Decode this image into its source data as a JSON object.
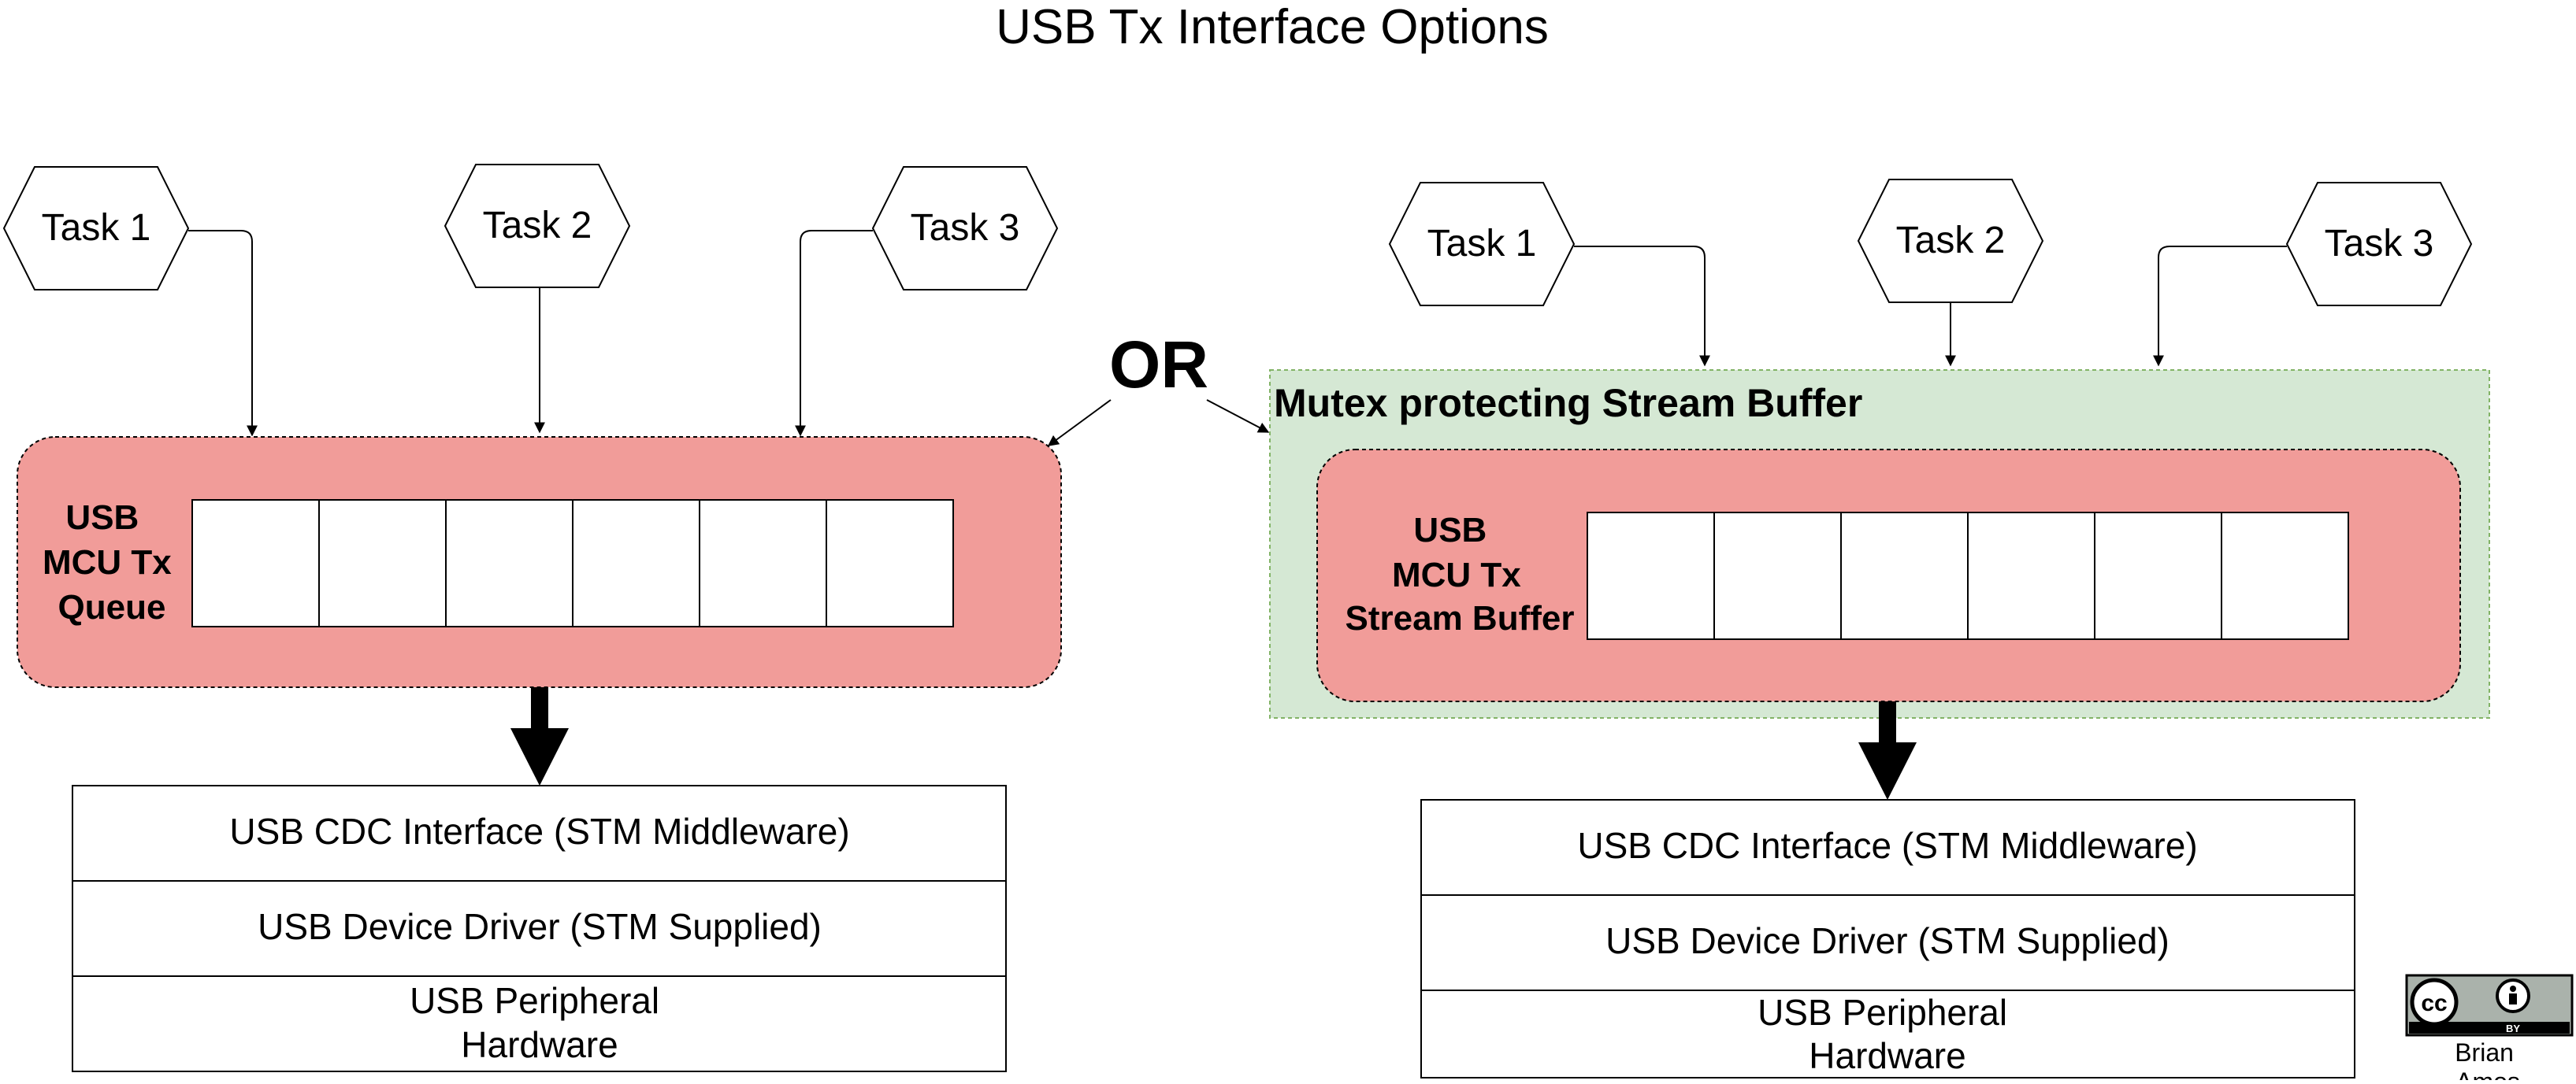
{
  "title": "USB Tx Interface Options",
  "or_label": "OR",
  "left": {
    "tasks": [
      "Task 1",
      "Task 2",
      "Task 3"
    ],
    "queue_label": [
      "USB",
      "MCU Tx",
      "Queue"
    ],
    "slot_count": 6,
    "stack": [
      "USB CDC Interface (STM Middleware)",
      "USB Device Driver (STM Supplied)",
      "USB Peripheral",
      "Hardware"
    ]
  },
  "right": {
    "tasks": [
      "Task 1",
      "Task 2",
      "Task 3"
    ],
    "mutex_label": "Mutex protecting Stream Buffer",
    "buffer_label": [
      "USB",
      "MCU Tx",
      "Stream Buffer"
    ],
    "slot_count": 6,
    "stack": [
      "USB CDC Interface (STM Middleware)",
      "USB Device Driver (STM Supplied)",
      "USB Peripheral",
      "Hardware"
    ]
  },
  "license": {
    "badge": [
      "cc",
      "BY"
    ],
    "author": [
      "Brian",
      "Amos"
    ]
  },
  "colors": {
    "queue_fill": "#f19c99",
    "mutex_fill": "#d5e8d4",
    "mutex_border": "#82b366",
    "line": "#000000"
  }
}
